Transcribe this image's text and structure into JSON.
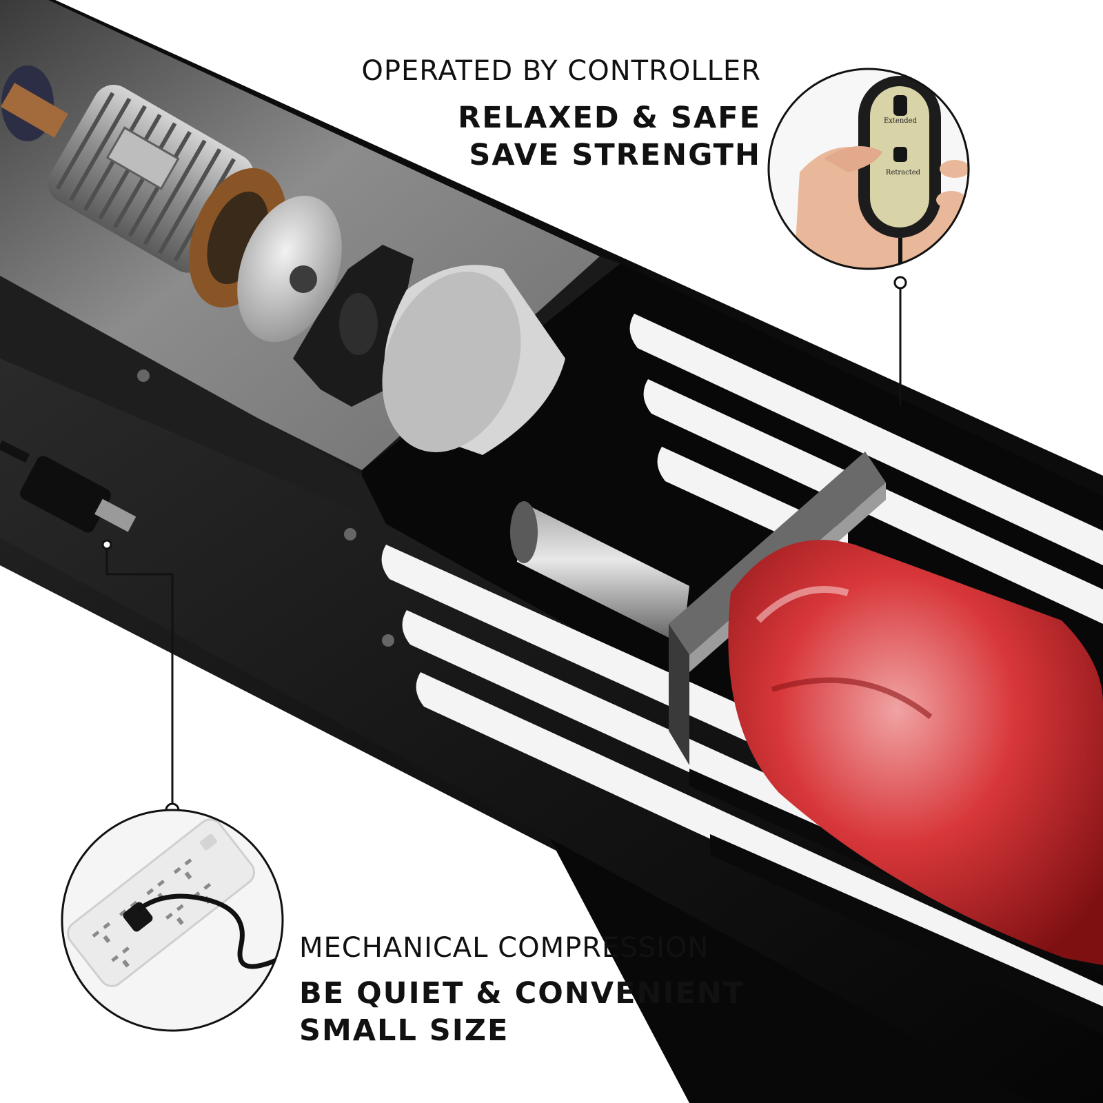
{
  "controller_callout": {
    "title": "OPERATED BY CONTROLLER",
    "line1": "RELAXED & SAFE",
    "line2": "SAVE STRENGTH",
    "remote_button_top": "Extended",
    "remote_button_bottom": "Retracted"
  },
  "compression_callout": {
    "title": "MECHANICAL COMPRESSION",
    "line1": "BE QUIET & CONVENIENT",
    "line2": "SMALL SIZE"
  },
  "colors": {
    "background": "#ffffff",
    "housing": "#111111",
    "compression_bag": "#d8373a",
    "text": "#111111"
  },
  "icons": [
    "electric-motor-icon",
    "fan-blade-icon",
    "remote-control-icon",
    "power-strip-icon",
    "power-plug-icon"
  ]
}
